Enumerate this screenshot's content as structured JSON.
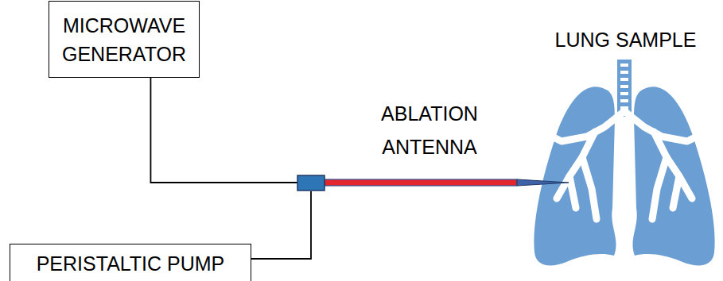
{
  "diagram": {
    "nodes": [
      {
        "text": [
          "MICROWAVE GENERATOR"
        ]
      },
      {
        "text": [
          "ABLATION ANTENNA"
        ]
      },
      {
        "text": [
          "LUNG SAMPLE"
        ]
      },
      {
        "text": [
          "PERISTALTIC PUMP"
        ]
      }
    ],
    "edges": [
      {
        "from": 0,
        "to": 1,
        "arrow": "none"
      },
      {
        "from": 3,
        "to": 1,
        "arrow": "none"
      }
    ]
  }
}
